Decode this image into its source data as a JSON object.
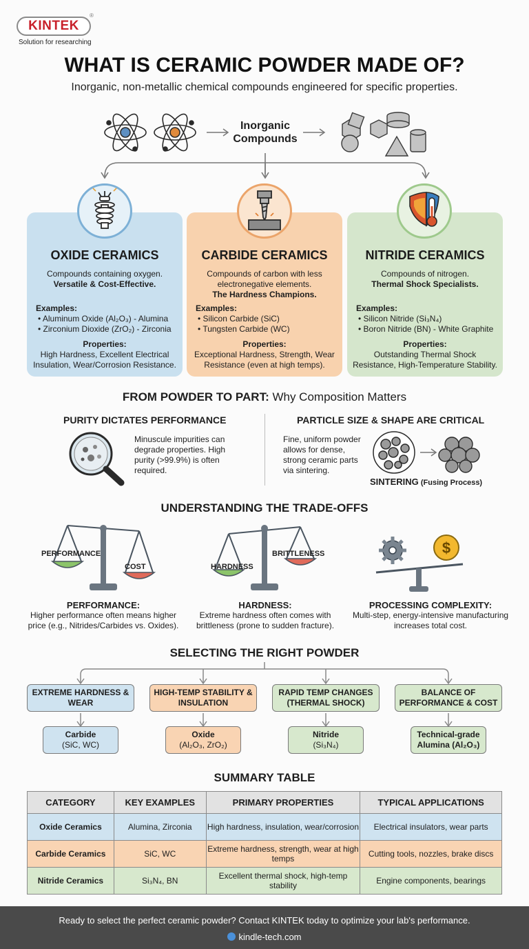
{
  "brand": {
    "name": "KINTEK",
    "reg": "®",
    "tagline": "Solution for researching"
  },
  "title": "WHAT IS CERAMIC POWDER MADE OF?",
  "subtitle": "Inorganic, non-metallic chemical compounds engineered for specific properties.",
  "flow": {
    "center_label_1": "Inorganic",
    "center_label_2": "Compounds"
  },
  "categories": [
    {
      "title": "OXIDE CERAMICS",
      "desc": "Compounds containing oxygen.",
      "highlight": "Versatile & Cost-Effective.",
      "examples_label": "Examples:",
      "examples": [
        "Aluminum Oxide (Al₂O₃) - Alumina",
        "Zirconium Dioxide (ZrO₂) - Zirconia"
      ],
      "properties_label": "Properties:",
      "properties": "High Hardness, Excellent Electrical Insulation, Wear/Corrosion Resistance.",
      "icon": "insulator-icon"
    },
    {
      "title": "CARBIDE CERAMICS",
      "desc": "Compounds of carbon with less electronegative elements.",
      "highlight": "The Hardness Champions.",
      "examples_label": "Examples:",
      "examples": [
        "Silicon Carbide (SiC)",
        "Tungsten Carbide (WC)"
      ],
      "properties_label": "Properties:",
      "properties": "Exceptional Hardness, Strength, Wear Resistance (even at high temps).",
      "icon": "drill-icon"
    },
    {
      "title": "NITRIDE CERAMICS",
      "desc": "Compounds of nitrogen.",
      "highlight": "Thermal Shock Specialists.",
      "examples_label": "Examples:",
      "examples": [
        "Silicon Nitride (Si₃N₄)",
        "Boron Nitride (BN) - White Graphite"
      ],
      "properties_label": "Properties:",
      "properties": "Outstanding Thermal Shock Resistance, High-Temperature Stability.",
      "icon": "shield-thermometer-icon"
    }
  ],
  "powder_section": {
    "title_bold": "FROM POWDER TO PART:",
    "title_rest": " Why Composition Matters",
    "purity_title": "PURITY DICTATES PERFORMANCE",
    "purity_text": "Minuscule impurities can degrade properties. High purity (>99.9%) is often required.",
    "particle_title": "PARTICLE SIZE & SHAPE ARE CRITICAL",
    "particle_text": "Fine, uniform powder allows for dense, strong ceramic parts via sintering.",
    "sintering_bold": "SINTERING",
    "sintering_rest": " (Fusing Process)"
  },
  "tradeoffs": {
    "title": "UNDERSTANDING THE TRADE-OFFS",
    "items": [
      {
        "left_label": "PERFORMANCE",
        "right_label": "COST",
        "heading": "PERFORMANCE:",
        "text": "Higher performance often means higher price (e.g., Nitrides/Carbides vs. Oxides)."
      },
      {
        "left_label": "HARDNESS",
        "right_label": "BRITTLENESS",
        "heading": "HARDNESS:",
        "text": "Extreme hardness often comes with brittleness (prone to sudden fracture)."
      },
      {
        "heading": "PROCESSING COMPLEXITY:",
        "text": "Multi-step, energy-intensive manufacturing increases total cost."
      }
    ]
  },
  "selection": {
    "title": "SELECTING THE RIGHT POWDER",
    "needs": [
      "EXTREME HARDNESS & WEAR",
      "HIGH-TEMP STABILITY & INSULATION",
      "RAPID TEMP CHANGES (THERMAL SHOCK)",
      "BALANCE OF PERFORMANCE & COST"
    ],
    "results": [
      {
        "name": "Carbide",
        "detail": "(SiC, WC)"
      },
      {
        "name": "Oxide",
        "detail": "(Al₂O₃, ZrO₂)"
      },
      {
        "name": "Nitride",
        "detail": "(Si₃N₄)"
      },
      {
        "name": "Technical-grade",
        "detail": "Alumina (Al₂O₃)"
      }
    ]
  },
  "summary": {
    "title": "SUMMARY TABLE",
    "headers": [
      "CATEGORY",
      "KEY EXAMPLES",
      "PRIMARY PROPERTIES",
      "TYPICAL APPLICATIONS"
    ],
    "rows": [
      [
        "Oxide Ceramics",
        "Alumina, Zirconia",
        "High hardness, insulation, wear/corrosion",
        "Electrical insulators, wear parts"
      ],
      [
        "Carbide Ceramics",
        "SiC, WC",
        "Extreme hardness, strength, wear at high temps",
        "Cutting tools, nozzles, brake discs"
      ],
      [
        "Nitride Ceramics",
        "Si₃N₄, BN",
        "Excellent thermal shock, high-temp stability",
        "Engine components, bearings"
      ]
    ]
  },
  "footer": {
    "cta": "Ready to select the perfect ceramic powder? Contact KINTEK today to optimize your lab's performance.",
    "url": "kindle-tech.com"
  },
  "colors": {
    "blue": "#cfe3f0",
    "orange": "#f9d4b3",
    "green": "#d7e8cd",
    "brand_red": "#c8202a",
    "footer_bg": "#4a4a4a"
  }
}
